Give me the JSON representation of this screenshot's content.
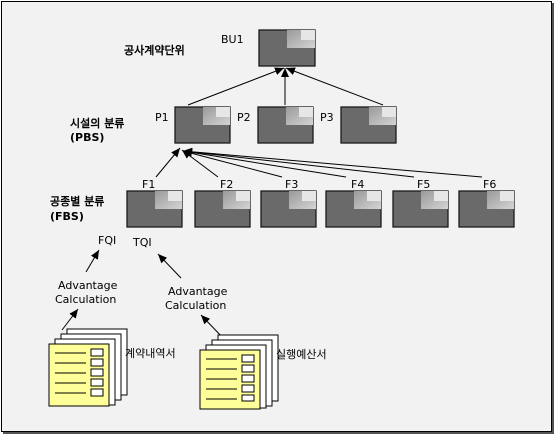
{
  "diagram": {
    "root": {
      "box_label": "BU1",
      "side_label": "공사계약단위"
    },
    "pbs": {
      "title_line1": "시설의 분류",
      "title_line2": "(PBS)",
      "nodes": [
        "P1",
        "P2",
        "P3"
      ]
    },
    "fbs": {
      "title_line1": "공종별 분류",
      "title_line2": "(FBS)",
      "nodes": [
        "F1",
        "F2",
        "F3",
        "F4",
        "F5",
        "F6"
      ]
    },
    "indices": {
      "fqi": "FQI",
      "tqi": "TQI"
    },
    "calc_left": {
      "line1": "Advantage",
      "line2": "Calculation"
    },
    "calc_right": {
      "line1": "Advantage",
      "line2": "Calculation"
    },
    "docs": {
      "left_label": "계약내역서",
      "right_label": "실행예산서"
    },
    "colors": {
      "box_fill": "#6a6a6a",
      "box_highlight": "#bdbdbd",
      "doc_fill": "#ffff99",
      "background": "#f2f2f2"
    }
  }
}
